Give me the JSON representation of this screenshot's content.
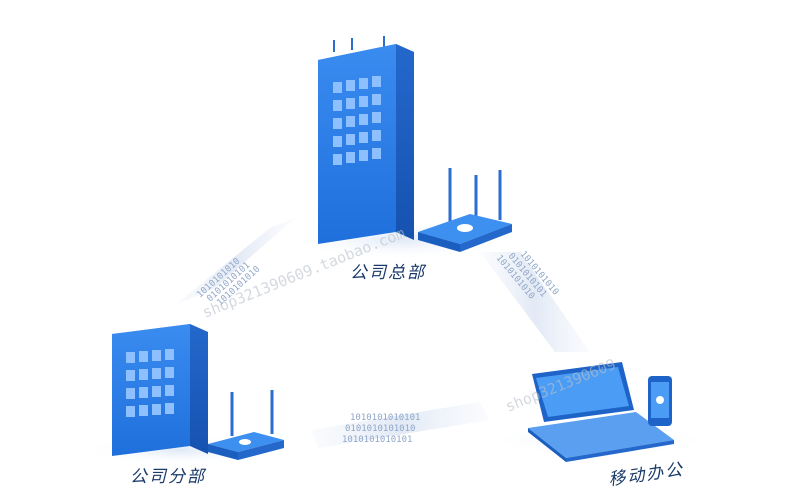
{
  "nodes": {
    "headquarters": {
      "label": "公司总部"
    },
    "branch": {
      "label": "公司分部"
    },
    "mobile": {
      "label": "移动办公"
    }
  },
  "links": {
    "hq_branch": {
      "bits_1": "1010101010",
      "bits_2": "0101010101",
      "bits_3": "1010101010"
    },
    "branch_mobile": {
      "bits_1": "1010101010101",
      "bits_2": "0101010101010",
      "bits_3": "1010101010101"
    },
    "hq_mobile": {
      "bits_1": "1010101010",
      "bits_2": "0101010101",
      "bits_3": "1010101010"
    }
  },
  "watermark": {
    "text_1": "shop321390609.taobao.com",
    "text_2": "shop321390609"
  },
  "colors": {
    "building": "#2a7be0",
    "building_dark": "#1a5fc0",
    "stream": "#dde7f5"
  }
}
